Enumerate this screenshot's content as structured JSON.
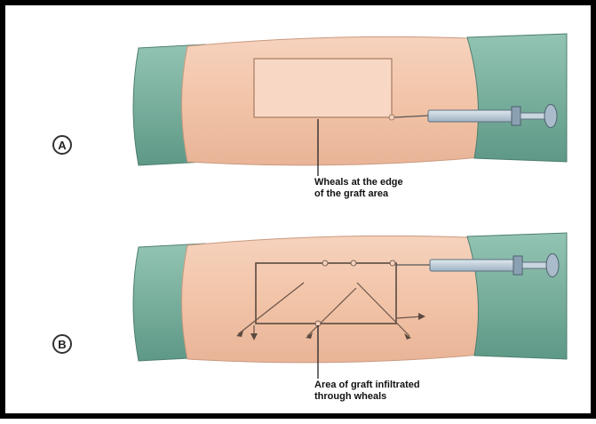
{
  "panels": [
    {
      "label": "A",
      "caption_lines": [
        "Wheals at the edge",
        "of the graft area"
      ]
    },
    {
      "label": "B",
      "caption_lines": [
        "Area of graft infiltrated",
        "through wheals"
      ]
    }
  ],
  "colors": {
    "skin": "#f2c4a8",
    "skin_shadow": "#e6ae90",
    "drape": "#7fb5a3",
    "drape_dark": "#5e9886",
    "outline": "#3a3a3a",
    "syringe": "#b9c9d6",
    "frame": "#000000"
  }
}
